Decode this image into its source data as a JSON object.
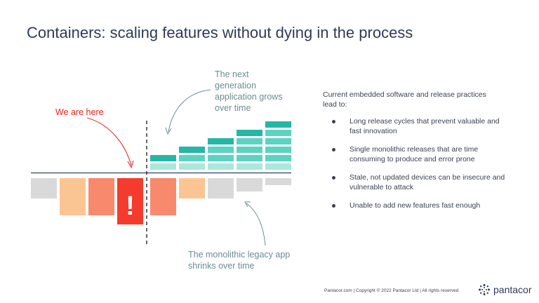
{
  "slide": {
    "title": "Containers: scaling features without dying in the process"
  },
  "diagram": {
    "next_generation_label": [
      "The next",
      "generation",
      "application grows",
      "over time"
    ],
    "we_are_here_label": "We are here",
    "legacy_label": [
      "The monolithic legacy app",
      "shrinks over time"
    ],
    "alert_glyph": "!",
    "colors": {
      "teal_dark": "#26b6a6",
      "teal_mid": "#5cd3c1",
      "teal_light": "#a9e8da",
      "salmon": "#f8896c",
      "peach": "#fbc593",
      "gray": "#d9d9d9",
      "red": "#f43b2d",
      "baseline": "#4a5b78",
      "annotation_red": "#e8211e"
    }
  },
  "content": {
    "intro": "Current embedded software and release practices lead to:",
    "bullets": [
      "Long release cycles that prevent valuable and fast innovation",
      "Single monolithic releases that are time consuming to produce and error prone",
      "Stale, not updated devices can be insecure and vulnerable to attack",
      "Unable to add new features fast enough"
    ]
  },
  "footer": {
    "text": "Pantacor.com  |  Copyright © 2022 Pantacor Ltd  |  All rights reserved",
    "brand": "pantacor",
    "logo_icon": "pantacor-logo-icon"
  }
}
